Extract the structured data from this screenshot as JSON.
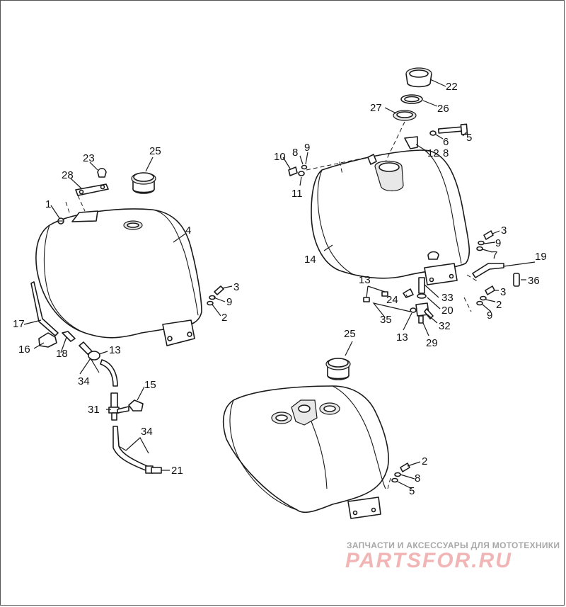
{
  "callouts": {
    "c1": "1",
    "c2a": "2",
    "c2b": "2",
    "c2c": "2",
    "c3a": "3",
    "c3b": "3",
    "c3c": "3",
    "c4": "4",
    "c5a": "5",
    "c5b": "5",
    "c6": "6",
    "c7": "7",
    "c8a": "8",
    "c8b": "8",
    "c8c": "8",
    "c9a": "9",
    "c9b": "9",
    "c9c": "9",
    "c9d": "9",
    "c10": "10",
    "c11": "11",
    "c12": "12",
    "c13a": "13",
    "c13b": "13",
    "c13c": "13",
    "c14": "14",
    "c15": "15",
    "c16": "16",
    "c17": "17",
    "c18": "18",
    "c19": "19",
    "c20": "20",
    "c21": "21",
    "c22": "22",
    "c23": "23",
    "c24": "24",
    "c25a": "25",
    "c25b": "25",
    "c26": "26",
    "c27": "27",
    "c28": "28",
    "c29": "29",
    "c31": "31",
    "c32": "32",
    "c33": "33",
    "c34a": "34",
    "c34b": "34",
    "c35": "35",
    "c36": "36"
  },
  "watermark": {
    "tagline": "ЗАПЧАСТИ И АКСЕССУАРЫ ДЛЯ МОТОТЕХНИКИ",
    "logo": "PARTSFOR.RU"
  },
  "colors": {
    "ink": "#1a1a1a",
    "watermark_gray": "#a8a8a8",
    "watermark_red": "#f2b5b5"
  }
}
